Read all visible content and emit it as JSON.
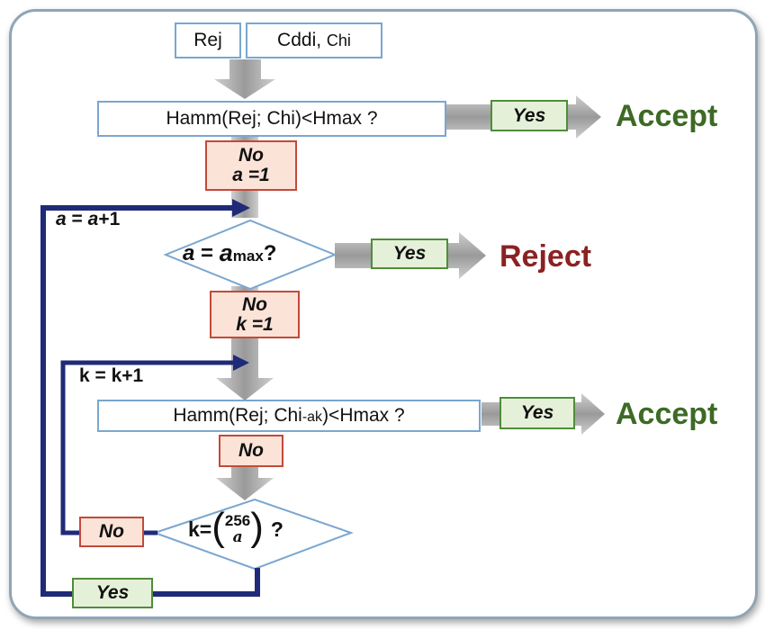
{
  "top_inputs": {
    "rej": "Rej",
    "cddi": "Cddi,",
    "chi": "Chi"
  },
  "check1": {
    "text_a": "Hamm(Rej; Chi)<Hmax ?",
    "yes": "Yes",
    "result": "Accept"
  },
  "init_a": {
    "no": "No",
    "assign": "a =1"
  },
  "loop_a_label": {
    "var": "a",
    "eq": " = ",
    "var2": "a",
    "rest": "+1"
  },
  "decision_a": {
    "var": "a",
    "eq": " = ",
    "var2": "a",
    "sub": "max",
    "q": "?",
    "yes": "Yes",
    "result": "Reject"
  },
  "init_k": {
    "no": "No",
    "assign": "k =1"
  },
  "loop_k_label": "k = k+1",
  "check2": {
    "text_a": "Hamm(Rej; Chi",
    "sub": "-ak",
    "text_b": ")<Hmax ?",
    "yes": "Yes",
    "result": "Accept",
    "no": "No"
  },
  "decision_k": {
    "prefix": "k=",
    "top": "256",
    "bottom": "a",
    "q": "?",
    "no": "No",
    "yes": "Yes"
  },
  "colors": {
    "navy": "#1f2a78",
    "arrow_gray": "#a6a6a6",
    "accept": "#3d6a25",
    "reject": "#8b2222",
    "proc_border": "#7aa6cf"
  }
}
